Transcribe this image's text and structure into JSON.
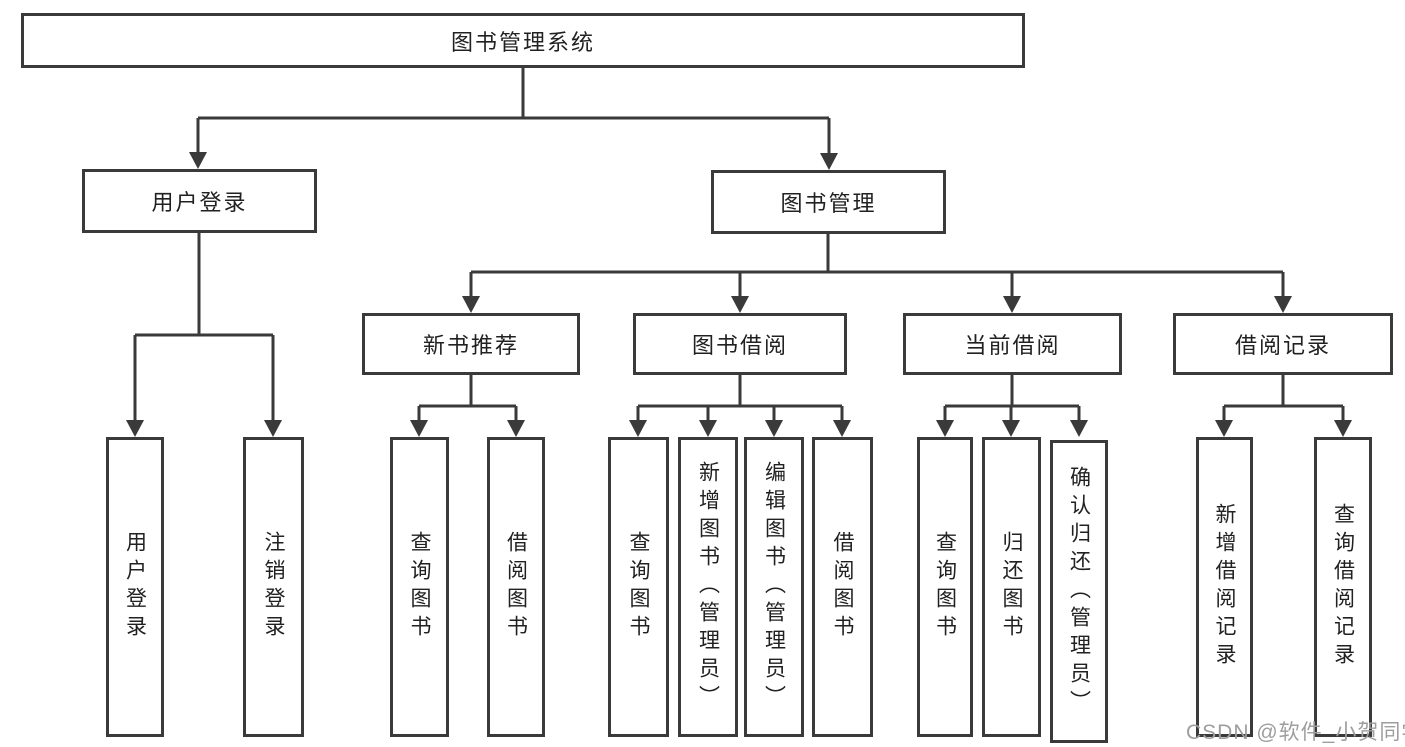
{
  "diagram": {
    "title": "图书管理系统",
    "root": {
      "label": "图书管理系统"
    },
    "level2": [
      {
        "label": "用户登录"
      },
      {
        "label": "图书管理"
      }
    ],
    "level3": [
      {
        "label": "新书推荐"
      },
      {
        "label": "图书借阅"
      },
      {
        "label": "当前借阅"
      },
      {
        "label": "借阅记录"
      }
    ],
    "leaves": {
      "user_login": [
        "用户登录",
        "注销登录"
      ],
      "new_book": [
        "查询图书",
        "借阅图书"
      ],
      "book_borrow": [
        "查询图书",
        "新增图书（管理员）",
        "编辑图书（管理员）",
        "借阅图书"
      ],
      "current_borrow": [
        "查询图书",
        "归还图书",
        "确认归还（管理员）"
      ],
      "borrow_record": [
        "新增借阅记录",
        "查询借阅记录"
      ]
    }
  },
  "watermark": {
    "text": "CSDN @软件_小贺同学"
  },
  "colors": {
    "line": "#3a3a3a",
    "text": "#212121",
    "background": "#ffffff",
    "watermark": "#9e9e9e"
  }
}
